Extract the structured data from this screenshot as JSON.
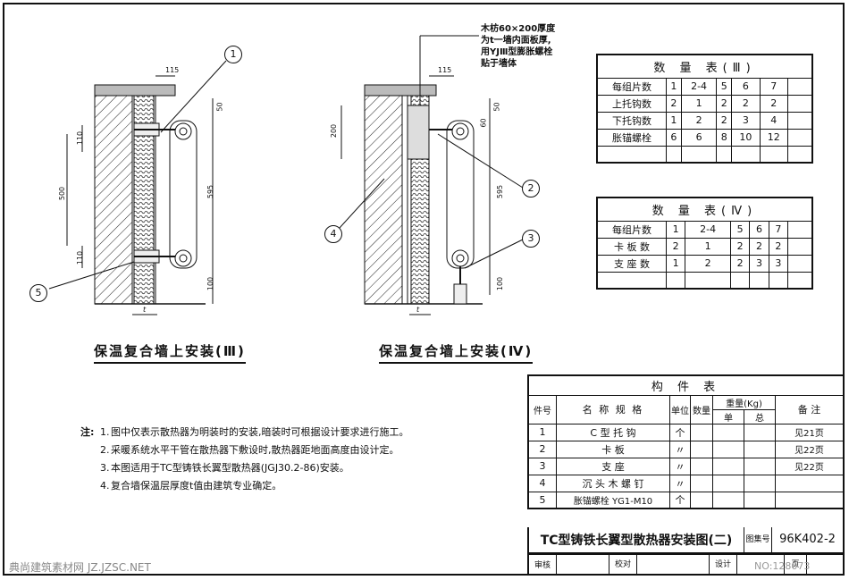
{
  "drawing": {
    "caption_left": "保温复合墙上安装(Ⅲ)",
    "caption_right": "保温复合墙上安装(Ⅳ)",
    "note_wood": [
      "木枋60×200厚度",
      "为t一墙内面板厚,",
      "用YJⅢ型膨胀螺栓",
      "贴于墙体"
    ],
    "dims_left": {
      "top": "115",
      "a": "50",
      "b": "110",
      "c": "500",
      "d": "110",
      "e": "595",
      "f": "100",
      "t": "t"
    },
    "dims_right": {
      "top": "115",
      "a": "50",
      "b": "200",
      "c": "60",
      "e": "595",
      "f": "100",
      "t": "t"
    },
    "bubbles": [
      "1",
      "2",
      "3",
      "4",
      "5"
    ]
  },
  "table3": {
    "title": "数 量 表(Ⅲ)",
    "rows": [
      [
        "每组片数",
        "1",
        "2-4",
        "5",
        "6",
        "7",
        ""
      ],
      [
        "上托钩数",
        "2",
        "1",
        "2",
        "2",
        "2",
        ""
      ],
      [
        "下托钩数",
        "1",
        "2",
        "2",
        "3",
        "4",
        ""
      ],
      [
        "胀锚螺栓",
        "6",
        "6",
        "8",
        "10",
        "12",
        ""
      ],
      [
        "",
        "",
        "",
        "",
        "",
        "",
        ""
      ]
    ]
  },
  "table4": {
    "title": "数 量 表(Ⅳ)",
    "rows": [
      [
        "每组片数",
        "1",
        "2-4",
        "5",
        "6",
        "7",
        ""
      ],
      [
        "卡 板 数",
        "2",
        "1",
        "2",
        "2",
        "2",
        ""
      ],
      [
        "支 座 数",
        "1",
        "2",
        "2",
        "3",
        "3",
        ""
      ],
      [
        "",
        "",
        "",
        "",
        "",
        "",
        ""
      ]
    ]
  },
  "parts": {
    "title": "构 件 表",
    "headers": {
      "no": "件号",
      "name": "名 称 规 格",
      "unit": "单位",
      "qty": "数量",
      "weight": "重量(Kg)",
      "single": "单",
      "total": "总",
      "remark": "备 注"
    },
    "rows": [
      [
        "1",
        "C 型 托 钩",
        "个",
        "",
        "",
        "",
        "见21页"
      ],
      [
        "2",
        "卡   板",
        "〃",
        "",
        "",
        "",
        "见22页"
      ],
      [
        "3",
        "支   座",
        "〃",
        "",
        "",
        "",
        "见22页"
      ],
      [
        "4",
        "沉 头 木 螺 钉",
        "〃",
        "",
        "",
        "",
        ""
      ],
      [
        "5",
        "胀锚螺栓 YG1-M10",
        "个",
        "",
        "",
        "",
        ""
      ]
    ]
  },
  "title_block": {
    "title": "TC型铸铁长翼型散热器安装图(二)",
    "atlas_label": "图集号",
    "atlas_no": "96K402-2",
    "review": "审核",
    "check": "校对",
    "design": "设计",
    "page": "页"
  },
  "notes": {
    "prefix": "注:",
    "items": [
      "图中仅表示散热器为明装时的安装,暗装时可根据设计要求进行施工。",
      "采暖系统水平干管在散热器下敷设时,散热器距地面高度由设计定。",
      "本图适用于TC型铸铁长翼型散热器(JGJ30.2-86)安装。",
      "复合墙保温层厚度t值由建筑专业确定。"
    ]
  },
  "watermark": "典尚建筑素材网 JZ.JZSC.NET",
  "watermark_no": "NO:128073"
}
